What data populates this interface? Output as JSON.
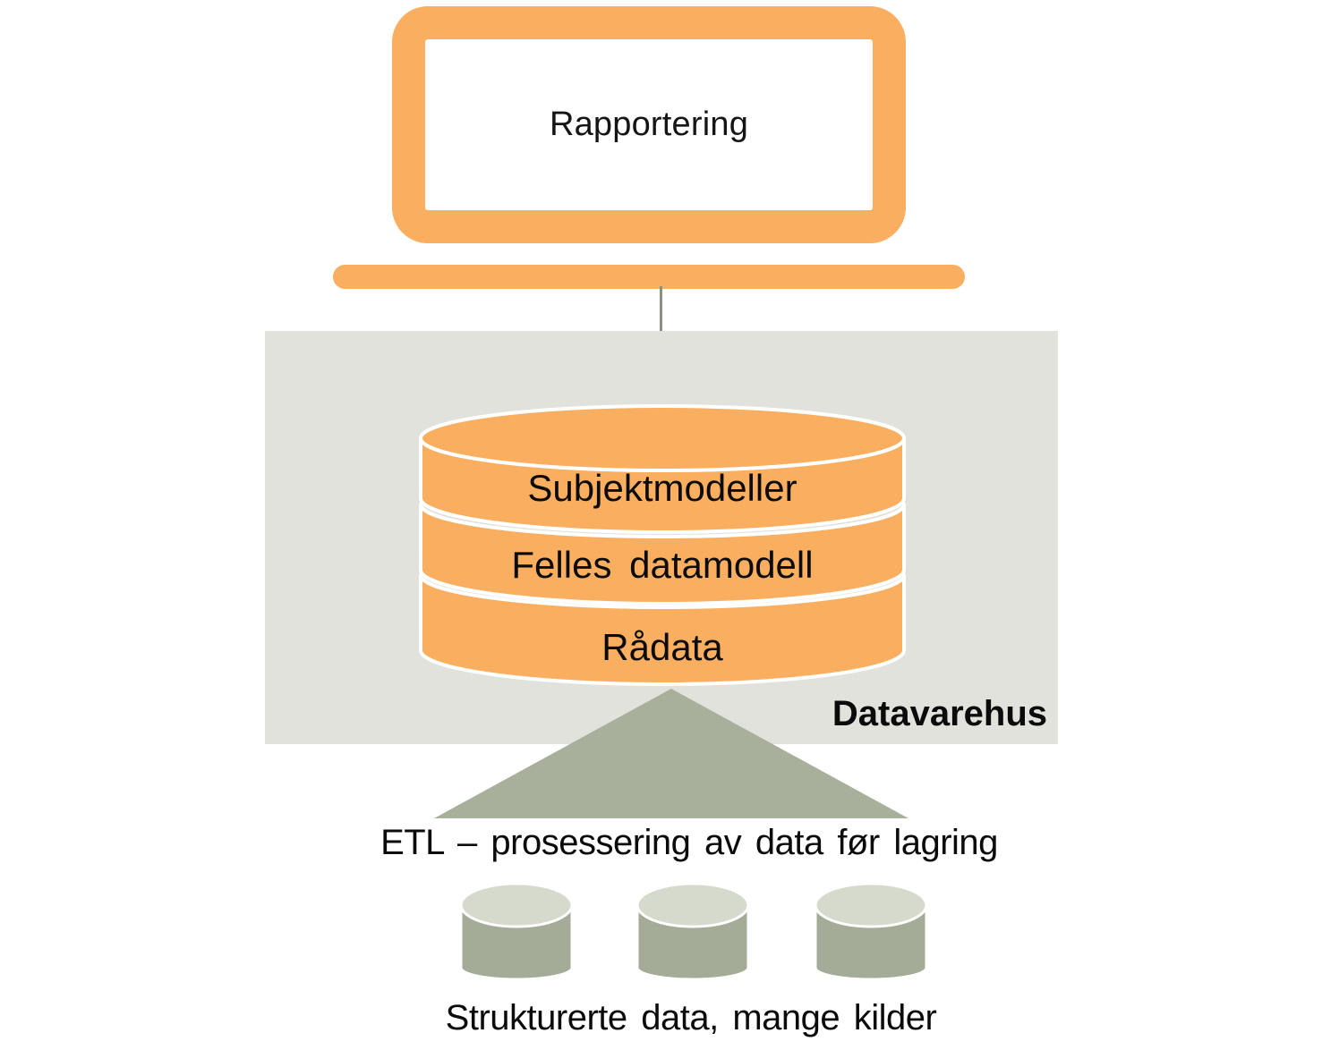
{
  "diagram": {
    "reporting": {
      "label": "Rapportering"
    },
    "warehouse": {
      "label": "Datavarehus",
      "layers": [
        "Subjektmodeller",
        "Felles datamodell",
        "Rådata"
      ]
    },
    "etl": {
      "label": "ETL – prosessering av data før lagring"
    },
    "sources": {
      "label": "Strukturerte data, mange kilder",
      "cylinder_count": 3
    },
    "colors": {
      "orange": "#F9AE60",
      "panel_gray": "#E1E2DC",
      "sage": "#A8AF9B",
      "sage_cylinder_body": "#A4AB97",
      "sage_cylinder_top": "#D6DACC",
      "connector_gray": "#8A9181",
      "screen_white": "#FFFFFF",
      "text": "#0B0B0B"
    }
  }
}
